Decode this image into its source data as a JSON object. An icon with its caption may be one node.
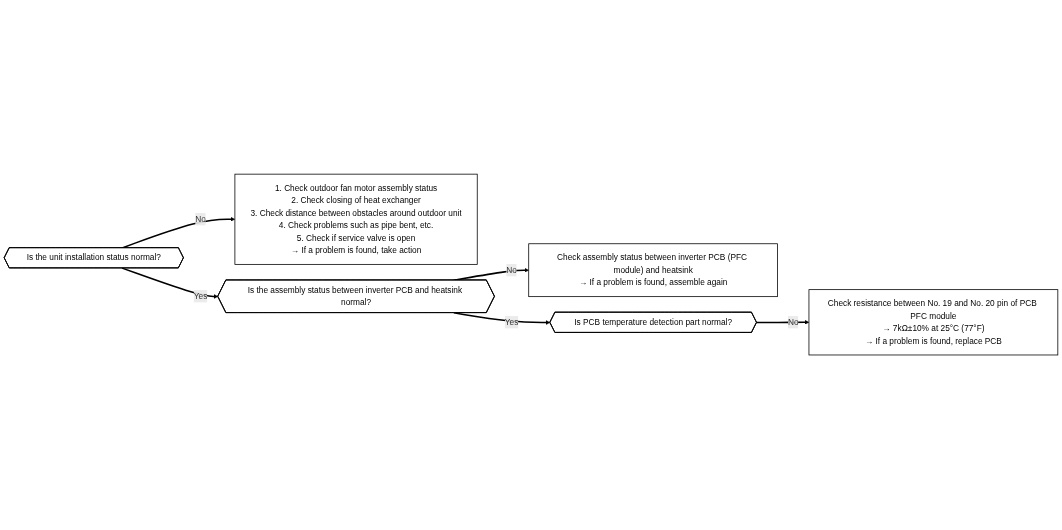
{
  "diagram": {
    "nodes": [
      {
        "text": [
          "Is the unit installation status normal?"
        ]
      },
      {
        "text": [
          "1. Check outdoor fan motor assembly status",
          "2. Check closing of heat exchanger",
          "3. Check distance between obstacles around outdoor unit",
          "4. Check problems such as pipe bent, etc.",
          "5. Check if service valve is open",
          "→ If a problem is found, take action"
        ]
      },
      {
        "text": [
          "Is the assembly status between inverter PCB and heatsink normal?"
        ]
      },
      {
        "text": [
          "Check assembly status between inverter PCB (PFC module) and heatsink",
          "→ If a problem is found, assemble again"
        ]
      },
      {
        "text": [
          "Is PCB temperature detection part normal?"
        ]
      },
      {
        "text": [
          "Check resistance between No. 19 and No. 20 pin of PCB PFC module",
          "→ 7kΩ±10% at 25°C (77°F)",
          "→ If a problem is found, replace PCB"
        ]
      }
    ],
    "edges": [
      {
        "from": 0,
        "to": 1,
        "arrow": "to",
        "label": "No"
      },
      {
        "from": 0,
        "to": 2,
        "arrow": "to",
        "label": "Yes"
      },
      {
        "from": 2,
        "to": 3,
        "arrow": "to",
        "label": "No"
      },
      {
        "from": 2,
        "to": 4,
        "arrow": "to",
        "label": "Yes"
      },
      {
        "from": 4,
        "to": 5,
        "arrow": "to",
        "label": "No"
      }
    ]
  }
}
